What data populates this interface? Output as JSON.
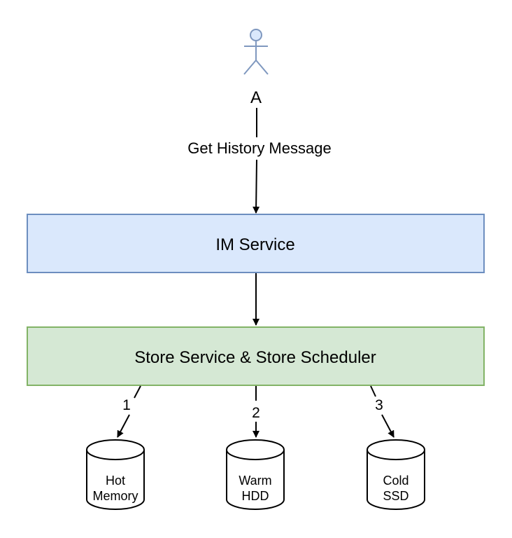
{
  "actor": {
    "label": "A"
  },
  "edges": {
    "request_label": "Get History Message",
    "tier_1_label": "1",
    "tier_2_label": "2",
    "tier_3_label": "3"
  },
  "im_service": {
    "label": "IM Service",
    "fill": "#dae8fc",
    "stroke": "#6c8ebf"
  },
  "store_service": {
    "label": "Store Service & Store Scheduler",
    "fill": "#d5e8d4",
    "stroke": "#82b366"
  },
  "storage": [
    {
      "line1": "Hot",
      "line2": "Memory"
    },
    {
      "line1": "Warm",
      "line2": "HDD"
    },
    {
      "line1": "Cold",
      "line2": "SSD"
    }
  ],
  "colors": {
    "actor_fill": "#dae8fc",
    "actor_stroke": "#7f98bf",
    "line": "#000000"
  }
}
